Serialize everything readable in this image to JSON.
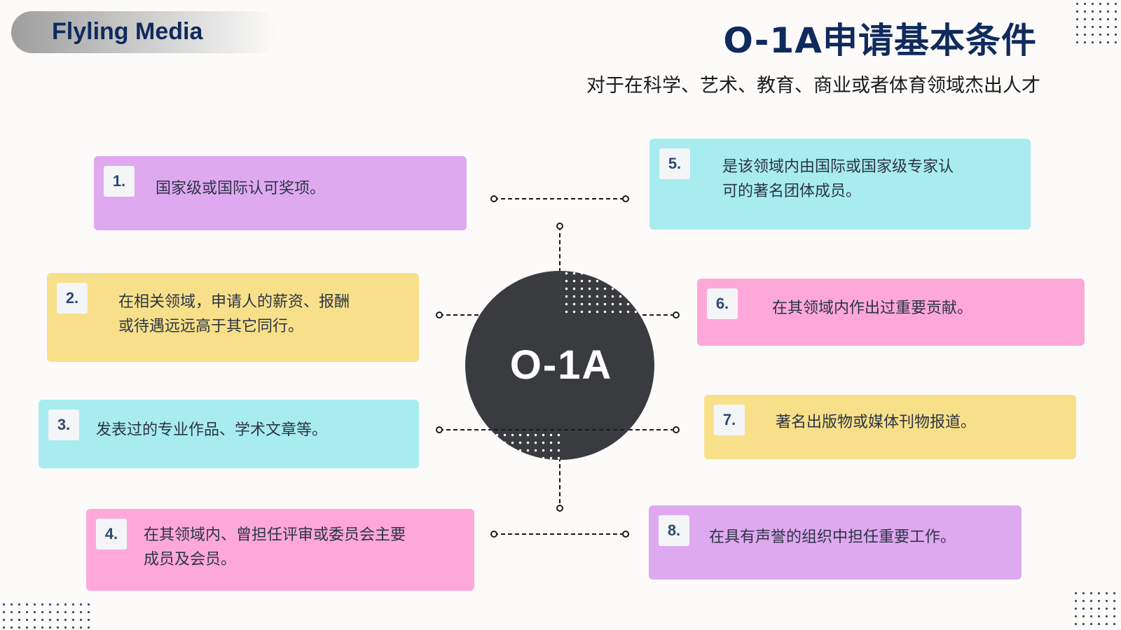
{
  "brand": {
    "name": "Flyling Media"
  },
  "header": {
    "title": "O-1A申请基本条件",
    "subtitle": "对于在科学、艺术、教育、商业或者体育领域杰出人才"
  },
  "center": {
    "label": "O-1A",
    "color": "#3a3b3f"
  },
  "colors": {
    "title": "#0f2a5c",
    "purple": "#dfa9f0",
    "yellow": "#f8e08a",
    "cyan": "#a8ecef",
    "pink": "#fea8da"
  },
  "items": [
    {
      "num": "1.",
      "text": "国家级或国际认可奖项。"
    },
    {
      "num": "2.",
      "text": "在相关领域，申请人的薪资、报酬",
      "text2": "或待遇远远高于其它同行。"
    },
    {
      "num": "3.",
      "text": "发表过的专业作品、学术文章等。"
    },
    {
      "num": "4.",
      "text": "在其领域内、曾担任评审或委员会主要",
      "text2": "成员及会员。"
    },
    {
      "num": "5.",
      "text": "是该领域内由国际或国家级专家认",
      "text2": "可的著名团体成员。"
    },
    {
      "num": "6.",
      "text": "在其领域内作出过重要贡献。"
    },
    {
      "num": "7.",
      "text": "著名出版物或媒体刊物报道。"
    },
    {
      "num": "8.",
      "text": "在具有声誉的组织中担任重要工作。"
    }
  ]
}
